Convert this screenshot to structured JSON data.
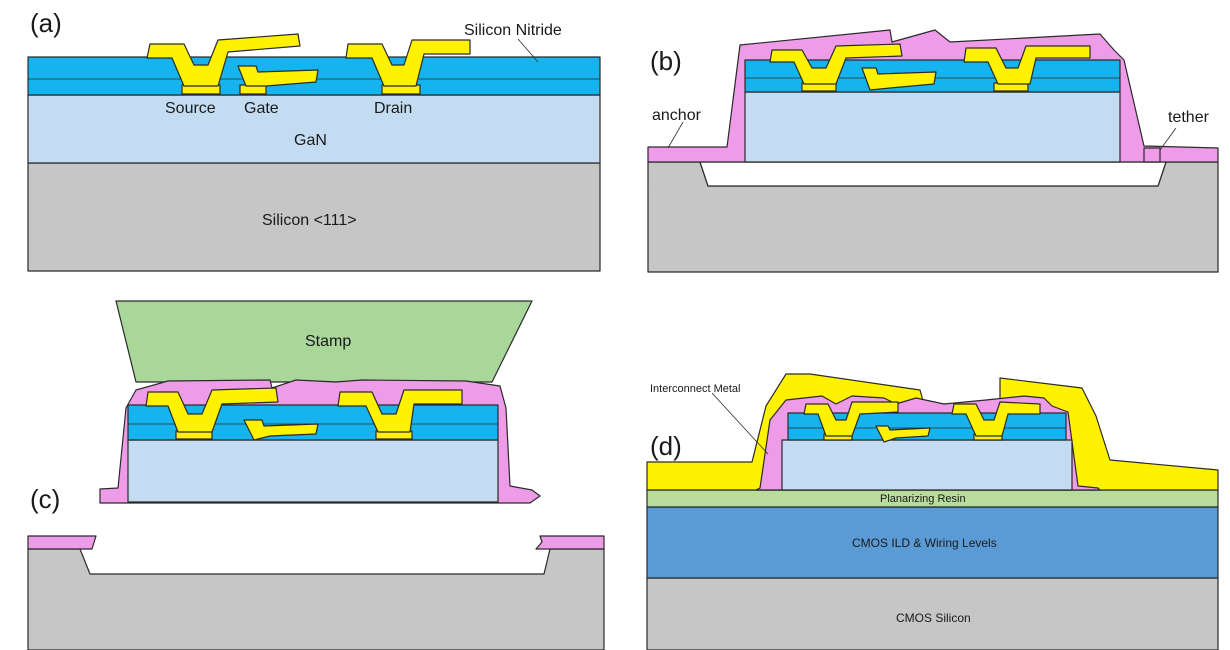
{
  "colors": {
    "silicon": "#c6c6c6",
    "gan": "#c4dcf2",
    "silicon_nitride": "#16b4ee",
    "metal": "#fff200",
    "encapsulation": "#ee9ce8",
    "stamp": "#a9d699",
    "planarizing_resin": "#b8dc9c",
    "cmos_ild": "#5b9bd5",
    "cavity": "#ffffff"
  },
  "panels": {
    "a": {
      "letter": "(a)",
      "labels": {
        "silicon_nitride": "Silicon Nitride",
        "source": "Source",
        "gate": "Gate",
        "drain": "Drain",
        "gan": "GaN",
        "substrate": "Silicon <111>"
      }
    },
    "b": {
      "letter": "(b)",
      "labels": {
        "anchor": "anchor",
        "tether": "tether"
      }
    },
    "c": {
      "letter": "(c)",
      "labels": {
        "stamp": "Stamp"
      }
    },
    "d": {
      "letter": "(d)",
      "labels": {
        "interconnect_metal": "Interconnect Metal",
        "planarizing_resin": "Planarizing Resin",
        "cmos_ild": "CMOS ILD & Wiring Levels",
        "cmos_silicon": "CMOS Silicon"
      }
    }
  }
}
